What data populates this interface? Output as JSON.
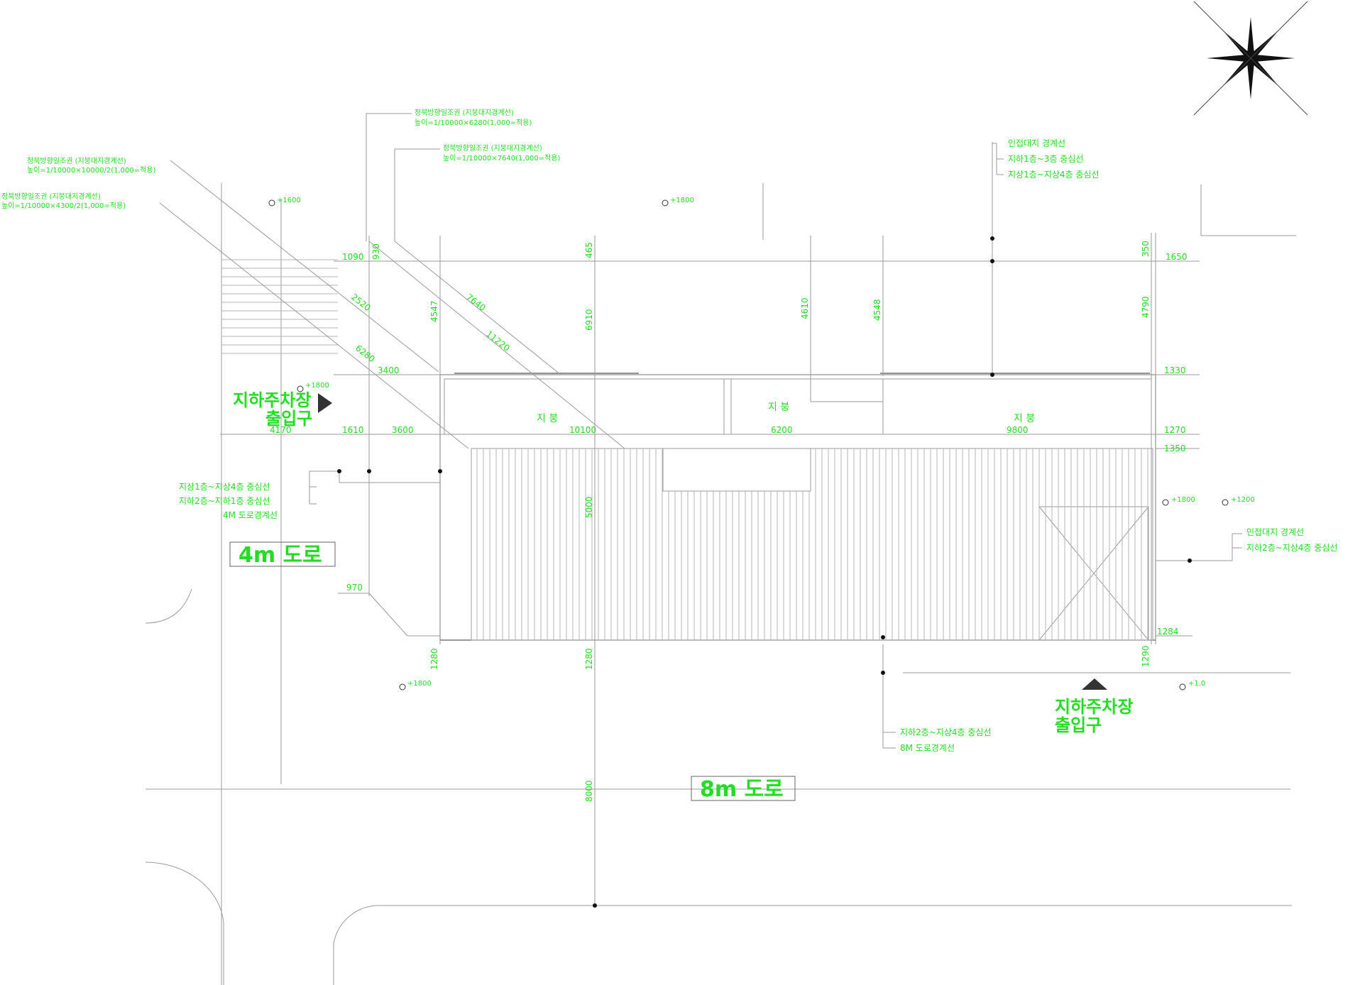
{
  "roads": {
    "road_4m": "4m 도로",
    "road_8m": "8m 도로"
  },
  "entrances": {
    "west_line1": "지하주차장",
    "west_line2": "출입구",
    "south_line1": "지하주차장",
    "south_line2": "출입구"
  },
  "rooms": {
    "room_a": "지 붕",
    "room_b": "지 붕",
    "room_c": "지 붕"
  },
  "dimensions": {
    "top_left": "1090",
    "top_left_v": "930",
    "top_mid_v": "465",
    "top_right": "1650",
    "top_right_v": "350",
    "diag_a": "2520",
    "diag_b": "6280",
    "diag_c": "7640",
    "diag_d": "11220",
    "v_4547": "4547",
    "v_6910": "6910",
    "v_4610": "4610",
    "v_4548": "4548",
    "v_4790": "4790",
    "h_3400": "3400",
    "r_1330": "1330",
    "h_4170": "4170",
    "h_1610": "1610",
    "h_3600": "3600",
    "h_10100": "10100",
    "h_6200": "6200",
    "h_9800": "9800",
    "r_1270": "1270",
    "r_1350": "1350",
    "v_5000": "5000",
    "h_970": "970",
    "r_1284": "1284",
    "v_1280a": "1280",
    "v_1280b": "1280",
    "v_1290": "1290",
    "v_8000": "8000"
  },
  "levels": {
    "lv1": "+1600",
    "lv2": "+1800",
    "lv3": "+1800",
    "lv4": "+1800",
    "lv5": "+1200",
    "lv6": "+1800",
    "lv7": "+1.0"
  },
  "notes": {
    "diag_note1_a": "정북방향일조권 (지붕대지경계선)",
    "diag_note1_b": "높이=1/10000×10000/2(1,000=적용)",
    "diag_note2_a": "정북방향일조권 (지붕대지경계선)",
    "diag_note2_b": "높이=1/10000×4300/2(1,000=적용)",
    "top_note1_a": "정북방향일조권 (지붕대지경계선)",
    "top_note1_b": "높이=1/10000×6280(1,000=적용)",
    "top_note2_a": "정북방향일조권 (지붕대지경계선)",
    "top_note2_b": "높이=1/10000×7640(1,000=적용)",
    "tr_1": "인접대지 경계선",
    "tr_2": "지하1층~3층 중심선",
    "tr_3": "지상1층~지상4층 중심선",
    "l_1": "지상1층~지상4층 중심선",
    "l_2": "지하2층~지하1층 중심선",
    "l_3": "4M 도로경계선",
    "r_1": "인접대지 경계선",
    "r_2": "지하2층~지상4층 중심선",
    "b_1": "지하2층~지상4층 중심선",
    "b_2": "8M 도로경계선"
  }
}
